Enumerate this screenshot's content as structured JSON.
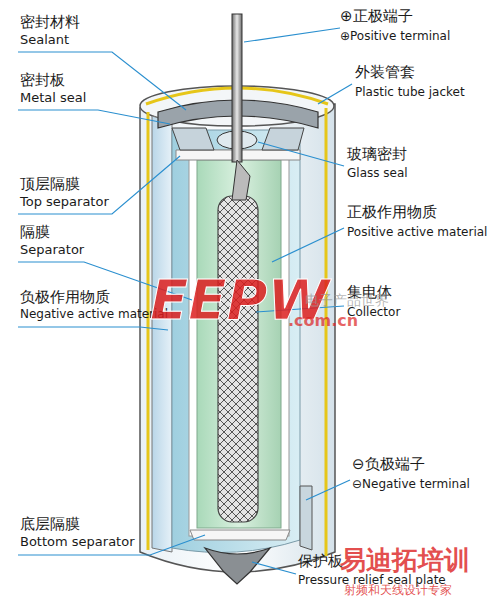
{
  "diagram": {
    "labels": [
      "密封材料",
      "Sealant",
      "⊕正极端子",
      "⊕Positive terminal",
      "密封板",
      "Metal seal",
      "外装管套",
      "Plastic tube jacket",
      "玻璃密封",
      "Glass seal",
      "顶层隔膜",
      "Top separator",
      "正极作用物质",
      "Positive active material",
      "隔膜",
      "Separator",
      "负极作用物质",
      "Negative active material",
      "集电体",
      "Collector",
      "EEPW",
      ".com.cn",
      "电子产品世界",
      "⊖负极端子",
      "⊖Negative terminal",
      "底层隔膜",
      "Bottom separator",
      "保护板",
      "Pressure relief seal plate",
      "易迪拓培训",
      "射频和天线设计专家"
    ]
  }
}
